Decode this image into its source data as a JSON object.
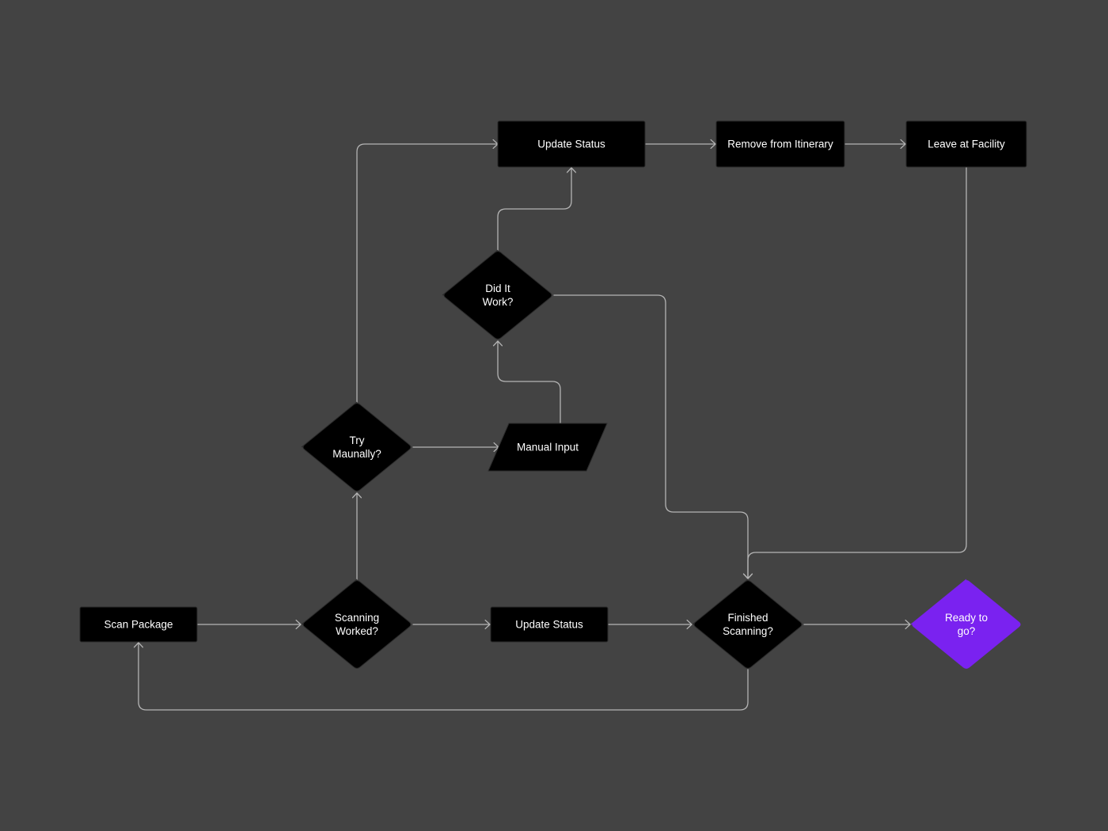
{
  "diagram": {
    "background_color": "#434343",
    "node_color": "#000000",
    "accent_color": "#7a22f0",
    "edge_color": "#b4b4b4",
    "nodes": {
      "update_status_top": {
        "shape": "rectangle",
        "lines": [
          "Update Status"
        ]
      },
      "remove_from_itinerary": {
        "shape": "rectangle",
        "lines": [
          "Remove from Itinerary"
        ]
      },
      "leave_at_facility": {
        "shape": "rectangle",
        "lines": [
          "Leave at Facility"
        ]
      },
      "did_it_work": {
        "shape": "decision",
        "lines": [
          "Did It",
          "Work?"
        ]
      },
      "try_manually": {
        "shape": "decision",
        "lines": [
          "Try",
          "Maunally?"
        ]
      },
      "manual_input": {
        "shape": "input",
        "lines": [
          "Manual Input"
        ]
      },
      "scan_package": {
        "shape": "rectangle",
        "lines": [
          "Scan Package"
        ]
      },
      "scanning_worked": {
        "shape": "decision",
        "lines": [
          "Scanning",
          "Worked?"
        ]
      },
      "update_status_bottom": {
        "shape": "rectangle",
        "lines": [
          "Update Status"
        ]
      },
      "finished_scanning": {
        "shape": "decision",
        "lines": [
          "Finished",
          "Scanning?"
        ]
      },
      "ready_to_go": {
        "shape": "decision",
        "lines": [
          "Ready to",
          "go?"
        ],
        "highlighted": true
      }
    },
    "edges": [
      {
        "from": "scan_package",
        "to": "scanning_worked"
      },
      {
        "from": "scanning_worked",
        "to": "update_status_bottom"
      },
      {
        "from": "update_status_bottom",
        "to": "finished_scanning"
      },
      {
        "from": "finished_scanning",
        "to": "ready_to_go"
      },
      {
        "from": "finished_scanning",
        "to": "scan_package"
      },
      {
        "from": "scanning_worked",
        "to": "try_manually"
      },
      {
        "from": "try_manually",
        "to": "manual_input"
      },
      {
        "from": "try_manually",
        "to": "update_status_top"
      },
      {
        "from": "manual_input",
        "to": "did_it_work"
      },
      {
        "from": "did_it_work",
        "to": "update_status_top"
      },
      {
        "from": "did_it_work",
        "to": "finished_scanning"
      },
      {
        "from": "update_status_top",
        "to": "remove_from_itinerary"
      },
      {
        "from": "remove_from_itinerary",
        "to": "leave_at_facility"
      },
      {
        "from": "leave_at_facility",
        "to": "finished_scanning"
      }
    ]
  }
}
